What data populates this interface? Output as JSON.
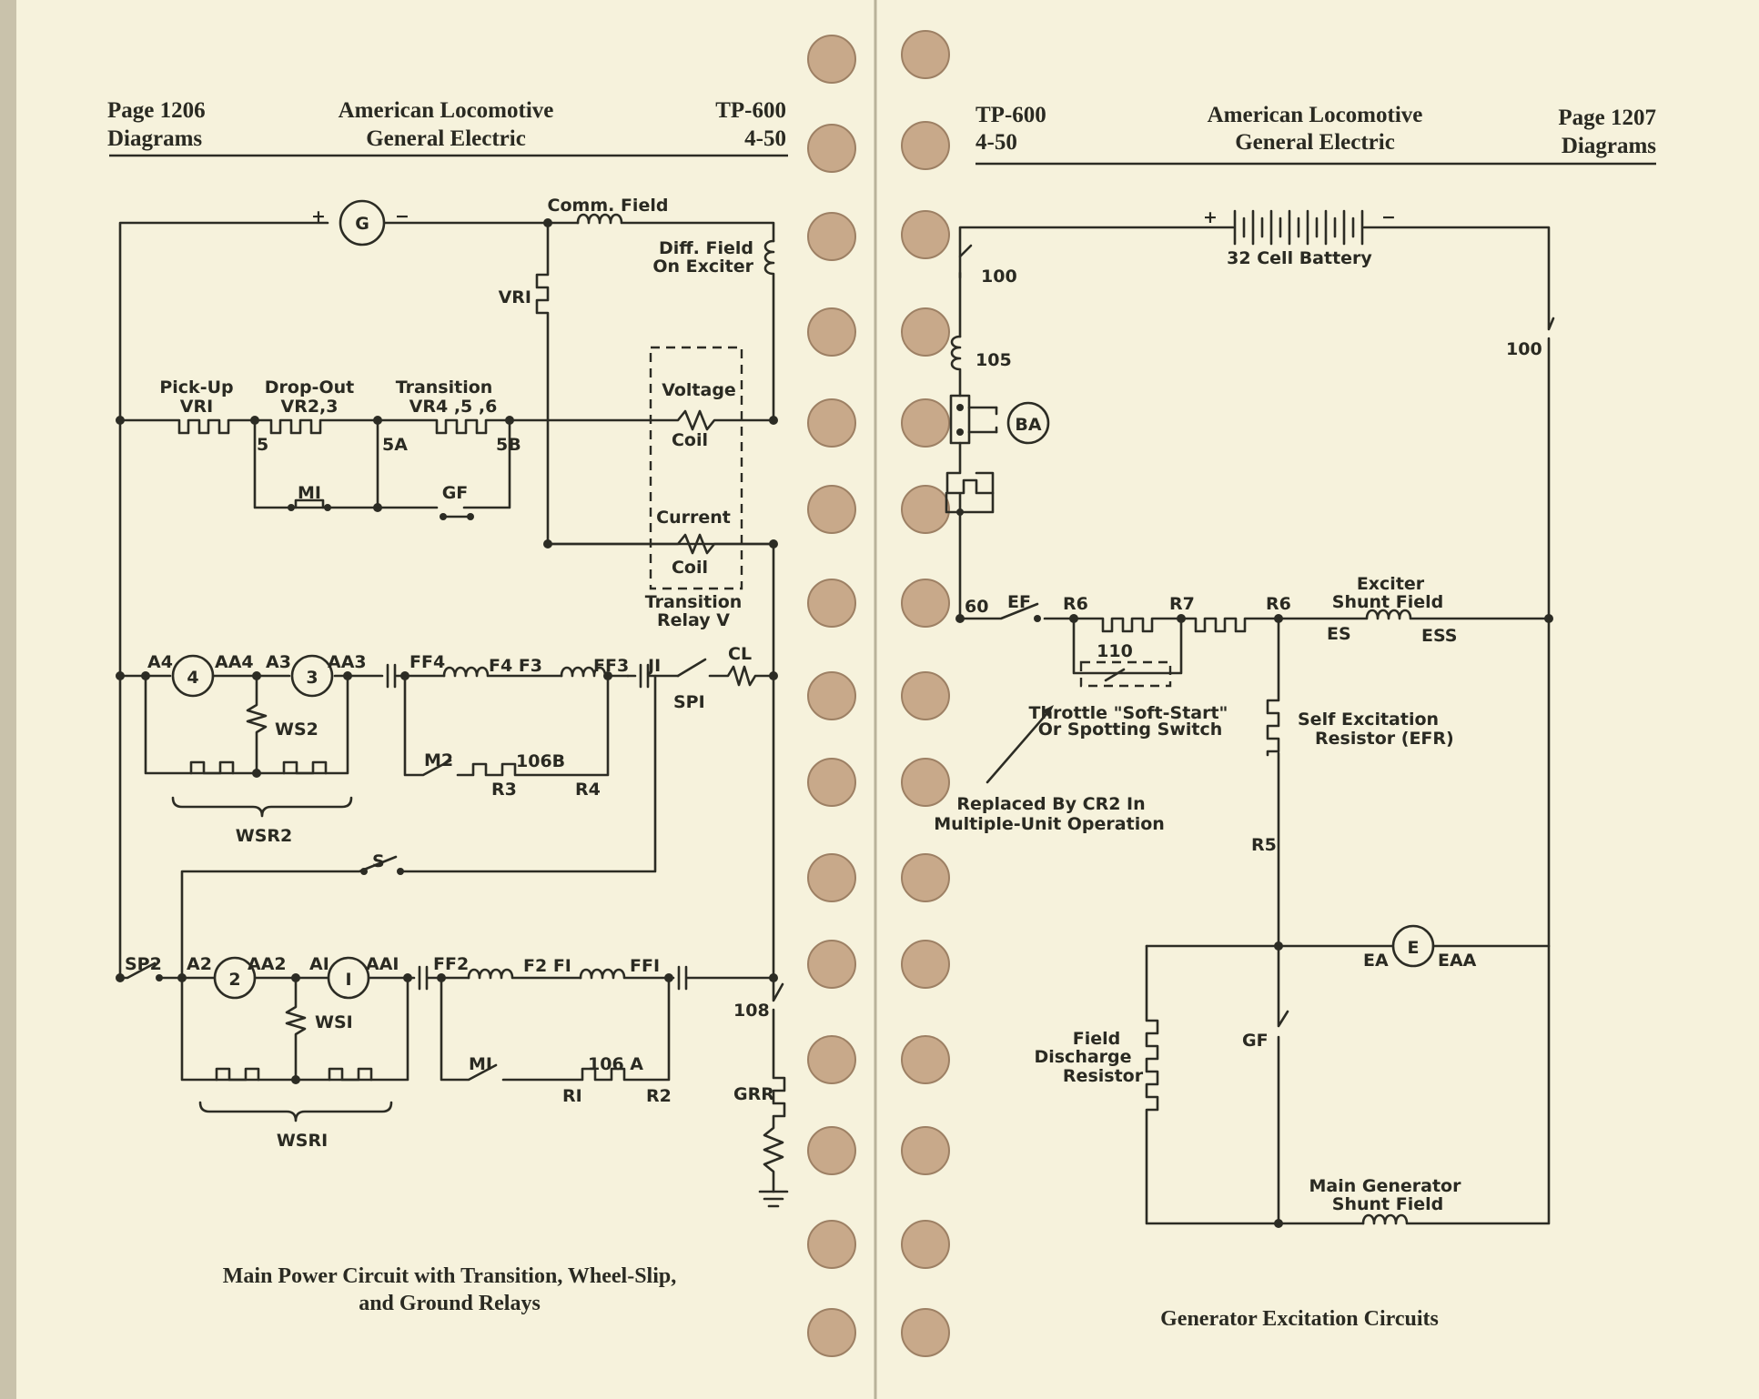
{
  "left_page": {
    "page_label": "Page 1206",
    "section": "Diagrams",
    "publisher_line1": "American Locomotive",
    "publisher_line2": "General Electric",
    "doc_number": "TP-600",
    "doc_date": "4-50",
    "caption_line1": "Main Power Circuit with Transition, Wheel-Slip,",
    "caption_line2": "and Ground Relays",
    "labels": {
      "gen_plus": "+",
      "gen": "G",
      "gen_minus": "−",
      "comm_field": "Comm. Field",
      "diff_field_1": "Diff. Field",
      "diff_field_2": "On Exciter",
      "vr1": "VRI",
      "pickup_1": "Pick-Up",
      "pickup_2": "VRI",
      "dropout_1": "Drop-Out",
      "dropout_2": "VR2,3",
      "transition_1": "Transition",
      "transition_2": "VR4 ,5 ,6",
      "n5": "5",
      "n5a": "5A",
      "n5b": "5B",
      "voltage": "Voltage",
      "coil_1": "Coil",
      "current": "Current",
      "coil_2": "Coil",
      "m1": "MI",
      "gf": "GF",
      "trelay_1": "Transition",
      "trelay_2": "Relay V",
      "a4": "A4",
      "m4": "4",
      "aa4": "AA4",
      "a3": "A3",
      "m3": "3",
      "aa3": "AA3",
      "ff4": "FF4",
      "f4f3": "F4 F3",
      "ff3": "FF3",
      "j1": "JI",
      "cl": "CL",
      "sp1": "SPI",
      "ws2": "WS2",
      "m2": "M2",
      "r106b": "106B",
      "r3": "R3",
      "r4": "R4",
      "wsr2": "WSR2",
      "s": "S",
      "sp2": "SP2",
      "a2": "A2",
      "m2c": "2",
      "aa2": "AA2",
      "a1": "AI",
      "m1c": "I",
      "aa1": "AAI",
      "ff2": "FF2",
      "f2f1": "F2  FI",
      "ff1": "FFI",
      "ws1": "WSI",
      "m1b": "MI",
      "r106a": "106 A",
      "r1": "RI",
      "r2": "R2",
      "r108": "108",
      "grr": "GRR",
      "wsr1": "WSRI"
    }
  },
  "right_page": {
    "doc_number": "TP-600",
    "doc_date": "4-50",
    "publisher_line1": "American Locomotive",
    "publisher_line2": "General Electric",
    "page_label": "Page 1207",
    "section": "Diagrams",
    "caption": "Generator Excitation Circuits",
    "labels": {
      "bat_plus": "+",
      "bat_minus": "−",
      "battery": "32 Cell Battery",
      "s100a": "100",
      "s100b": "100",
      "f105": "105",
      "ba": "BA",
      "n60": "60",
      "ef": "EF",
      "r6a": "R6",
      "r7": "R7",
      "r6b": "R6",
      "exciter_1": "Exciter",
      "exciter_2": "Shunt Field",
      "es": "ES",
      "ess": "ESS",
      "s110": "110",
      "throttle_1": "Throttle \"Soft-Start\"",
      "throttle_2": "Or Spotting Switch",
      "self_1": "Self Excitation",
      "self_2": "Resistor (EFR)",
      "replaced_1": "Replaced By CR2 In",
      "replaced_2": "Multiple-Unit Operation",
      "r5": "R5",
      "ea": "EA",
      "e": "E",
      "eaa": "EAA",
      "gf": "GF",
      "fdr_1": "Field",
      "fdr_2": "Discharge",
      "fdr_3": "Resistor",
      "mg_1": "Main Generator",
      "mg_2": "Shunt Field"
    }
  }
}
